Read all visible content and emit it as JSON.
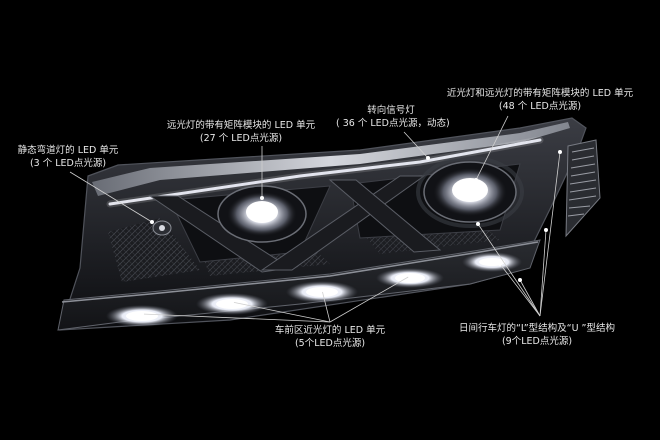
{
  "labels": {
    "static_cornering": {
      "line1": "静态弯道灯的 LED 单元",
      "line2": "(3 个 LED点光源)"
    },
    "high_beam_matrix_left": {
      "line1": "远光灯的带有矩阵模块的 LED 单元",
      "line2": "(27 个 LED点光源)"
    },
    "turn_signal": {
      "line1": "转向信号灯",
      "line2": "( 36 个 LED点光源，动态)"
    },
    "low_high_matrix": {
      "line1": "近光灯和远光灯的带有矩阵模块的 LED 单元",
      "line2": "(48 个 LED点光源)"
    },
    "front_area_low_beam": {
      "line1": "车前区近光灯的 LED 单元",
      "line2": "(5个LED点光源)"
    },
    "drl": {
      "line1": "日间行车灯的“L”型结构及“U ”型结构",
      "line2": "(9个LED点光源)"
    }
  },
  "colors": {
    "background": "#000000",
    "text": "#e8e8e8",
    "leader": "#d0d0d0",
    "led": "#ffffff"
  }
}
